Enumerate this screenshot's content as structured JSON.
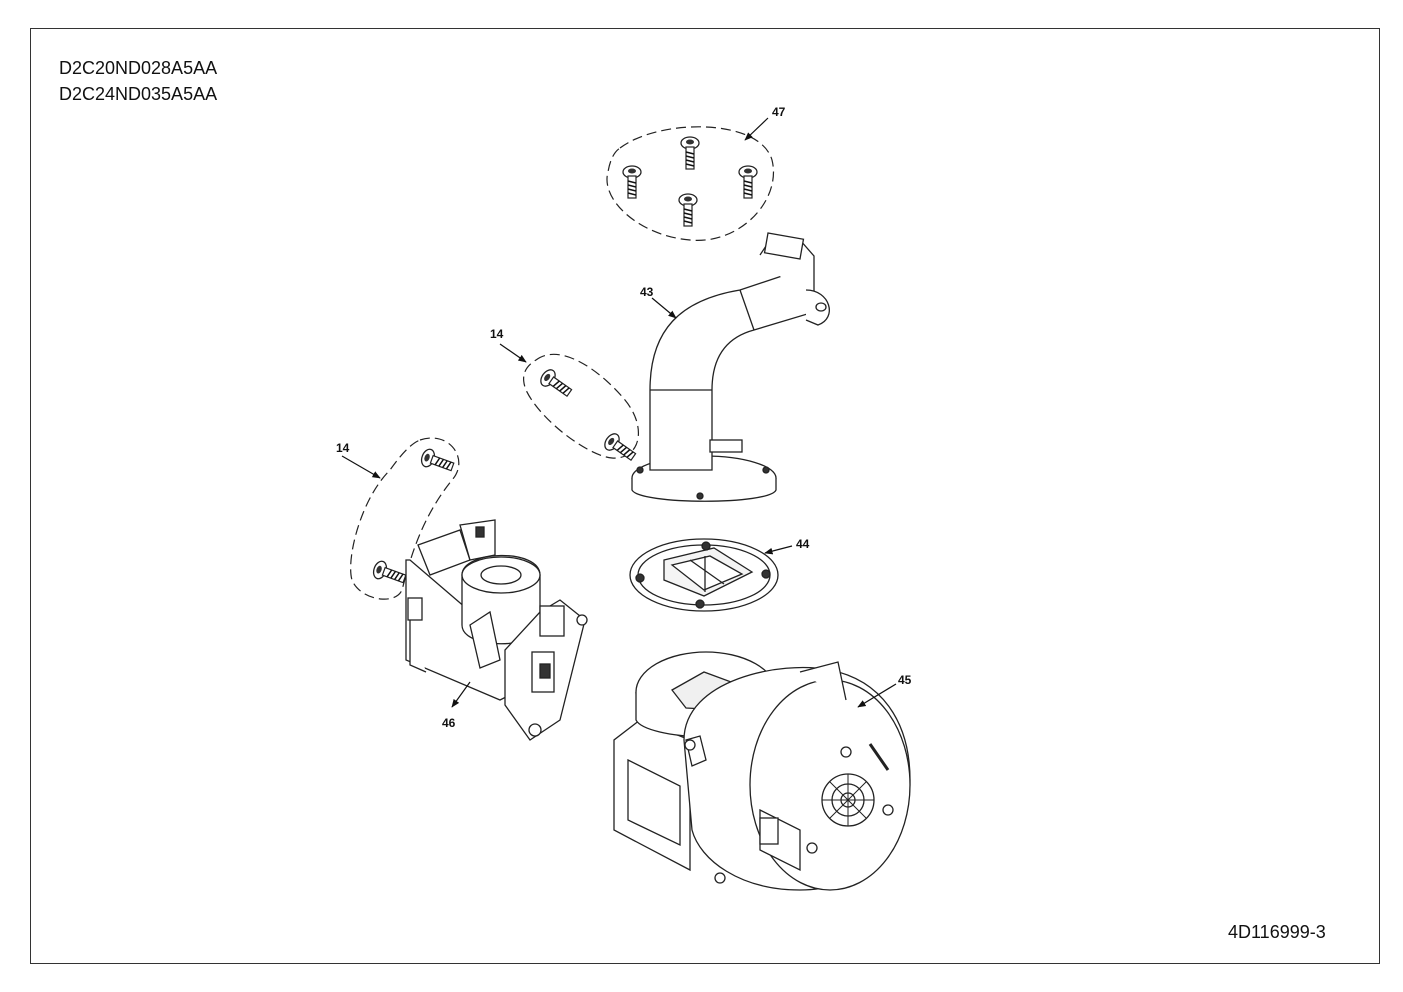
{
  "models": [
    "D2C20ND028A5AA",
    "D2C24ND035A5AA"
  ],
  "document_number": "4D116999-3",
  "callouts": {
    "screws_top": "47",
    "elbow": "43",
    "screws_mid": "14",
    "screws_left": "14",
    "gasket": "44",
    "blower": "45",
    "gas_valve": "46"
  }
}
